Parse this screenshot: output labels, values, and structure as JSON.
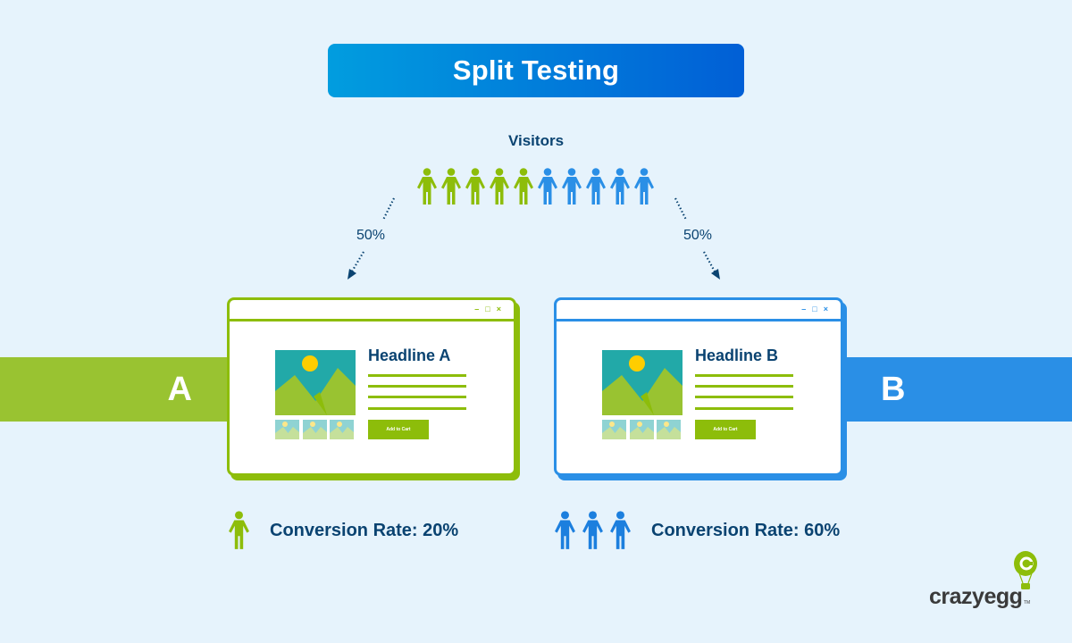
{
  "title": "Split Testing",
  "visitors": {
    "label": "Visitors",
    "icons": [
      {
        "icon": "person-icon",
        "color": "#8dbd0a"
      },
      {
        "icon": "person-icon",
        "color": "#8dbd0a"
      },
      {
        "icon": "person-icon",
        "color": "#8dbd0a"
      },
      {
        "icon": "person-icon",
        "color": "#8dbd0a"
      },
      {
        "icon": "person-icon",
        "color": "#8dbd0a"
      },
      {
        "icon": "person-icon",
        "color": "#2a8fe6"
      },
      {
        "icon": "person-icon",
        "color": "#2a8fe6"
      },
      {
        "icon": "person-icon",
        "color": "#2a8fe6"
      },
      {
        "icon": "person-icon",
        "color": "#2a8fe6"
      },
      {
        "icon": "person-icon",
        "color": "#2a8fe6"
      }
    ]
  },
  "split": {
    "left_percent": "50%",
    "right_percent": "50%"
  },
  "variants": [
    {
      "letter": "A",
      "color": "#8dbd0a",
      "band_color": "#99c331",
      "headline": "Headline A",
      "button_label": "Add to Cart",
      "window_controls": [
        "–",
        "□",
        "×"
      ],
      "conversion_label": "Conversion Rate: 20%",
      "conversion_icons": 1
    },
    {
      "letter": "B",
      "color": "#2a8fe6",
      "band_color": "#2a8fe6",
      "headline": "Headline B",
      "button_label": "Add to Cart",
      "window_controls": [
        "–",
        "□",
        "×"
      ],
      "conversion_label": "Conversion Rate: 60%",
      "conversion_icons": 3
    }
  ],
  "colors": {
    "background": "#e6f3fc",
    "title_gradient_start": "#019ddf",
    "title_gradient_end": "#015fd6",
    "text_dark": "#0a4371",
    "green": "#8dbd0a",
    "blue": "#2a8fe6",
    "teal_sky": "#22a9a8",
    "sun": "#ffcd00"
  },
  "logo": {
    "text": "crazyegg",
    "tm": "TM"
  }
}
